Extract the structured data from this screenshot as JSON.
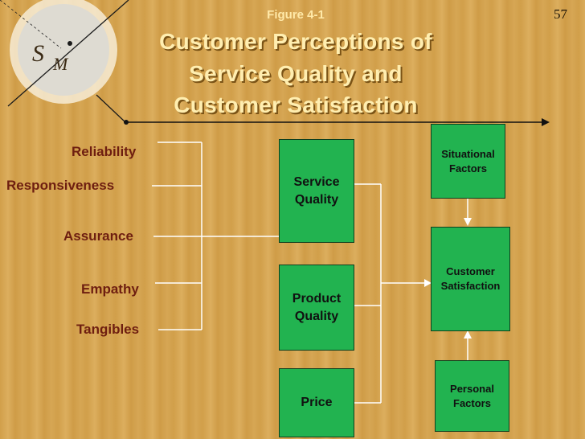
{
  "slide": {
    "page_number": "57",
    "figure_label": "Figure 4-1",
    "title_lines": [
      "Customer Perceptions of",
      "Service Quality and",
      "Customer Satisfaction"
    ]
  },
  "logo": {
    "s": "S",
    "m": "M"
  },
  "dimensions": [
    "Reliability",
    "Responsiveness",
    "Assurance",
    "Empathy",
    "Tangibles"
  ],
  "boxes": {
    "service_quality": "Service\nQuality",
    "product_quality": "Product\nQuality",
    "price": "Price",
    "situational_factors": "Situational\nFactors",
    "customer_satisfaction": "Customer\nSatisfaction",
    "personal_factors": "Personal\nFactors"
  },
  "colors": {
    "box_fill": "#22b350",
    "dimension_text": "#6e1e10",
    "title_text": "#ffeeb0",
    "connector": "#ffffff"
  }
}
